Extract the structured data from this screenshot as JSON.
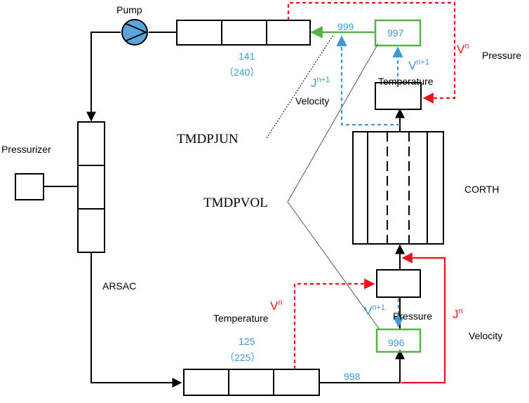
{
  "colors": {
    "black": "#000000",
    "red": "#e8141b",
    "blue": "#3d9ad6",
    "green": "#56b146",
    "pump_fill": "#5aa6dc"
  },
  "labels": {
    "pump": "Pump",
    "pressurizer": "Pressurizer",
    "arsac": "ARSAC",
    "corth": "CORTH",
    "tmdpjun": "TMDPJUN",
    "tmdpvol": "TMDPVOL",
    "pipe_top_id": "141",
    "pipe_top_sub": "（240）",
    "pipe_bottom_id": "125",
    "pipe_bottom_sub": "（225）",
    "node_999": "999",
    "node_998": "998",
    "box_997": "997",
    "box_996": "996",
    "top_v_n": "V",
    "top_v_n_sup": "n",
    "top_pressure": "Pressure",
    "top_v_n1": "V",
    "top_v_n1_sup": "n+1",
    "top_temperature": "Temperature",
    "top_j_n1": "J",
    "top_j_n1_sup": "n+1",
    "top_velocity": "Velocity",
    "bottom_v_n": "V",
    "bottom_v_n_sup": "n",
    "bottom_temperature": "Temperature",
    "bottom_v_n1": "V",
    "bottom_v_n1_sup": "n+1",
    "bottom_pressure": "Pressure",
    "bottom_j_n": "J",
    "bottom_j_n_sup": "n",
    "bottom_velocity": "Velocity"
  }
}
